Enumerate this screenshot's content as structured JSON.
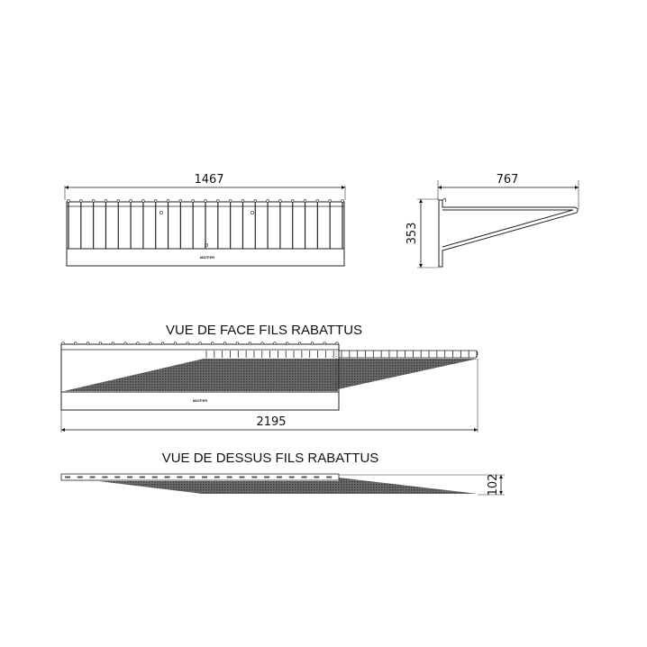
{
  "dimensions": {
    "front_width": "1467",
    "side_depth": "767",
    "side_height": "353",
    "folded_length": "2195",
    "folded_top_depth": "102"
  },
  "titles": {
    "front_folded": "VUE DE FACE FILS RABATTUS",
    "top_folded": "VUE DE DESSUS FILS RABATTUS"
  },
  "logo": "MATFER",
  "wire_count": 22,
  "colors": {
    "line": "#222222",
    "hatch": "#555555"
  }
}
